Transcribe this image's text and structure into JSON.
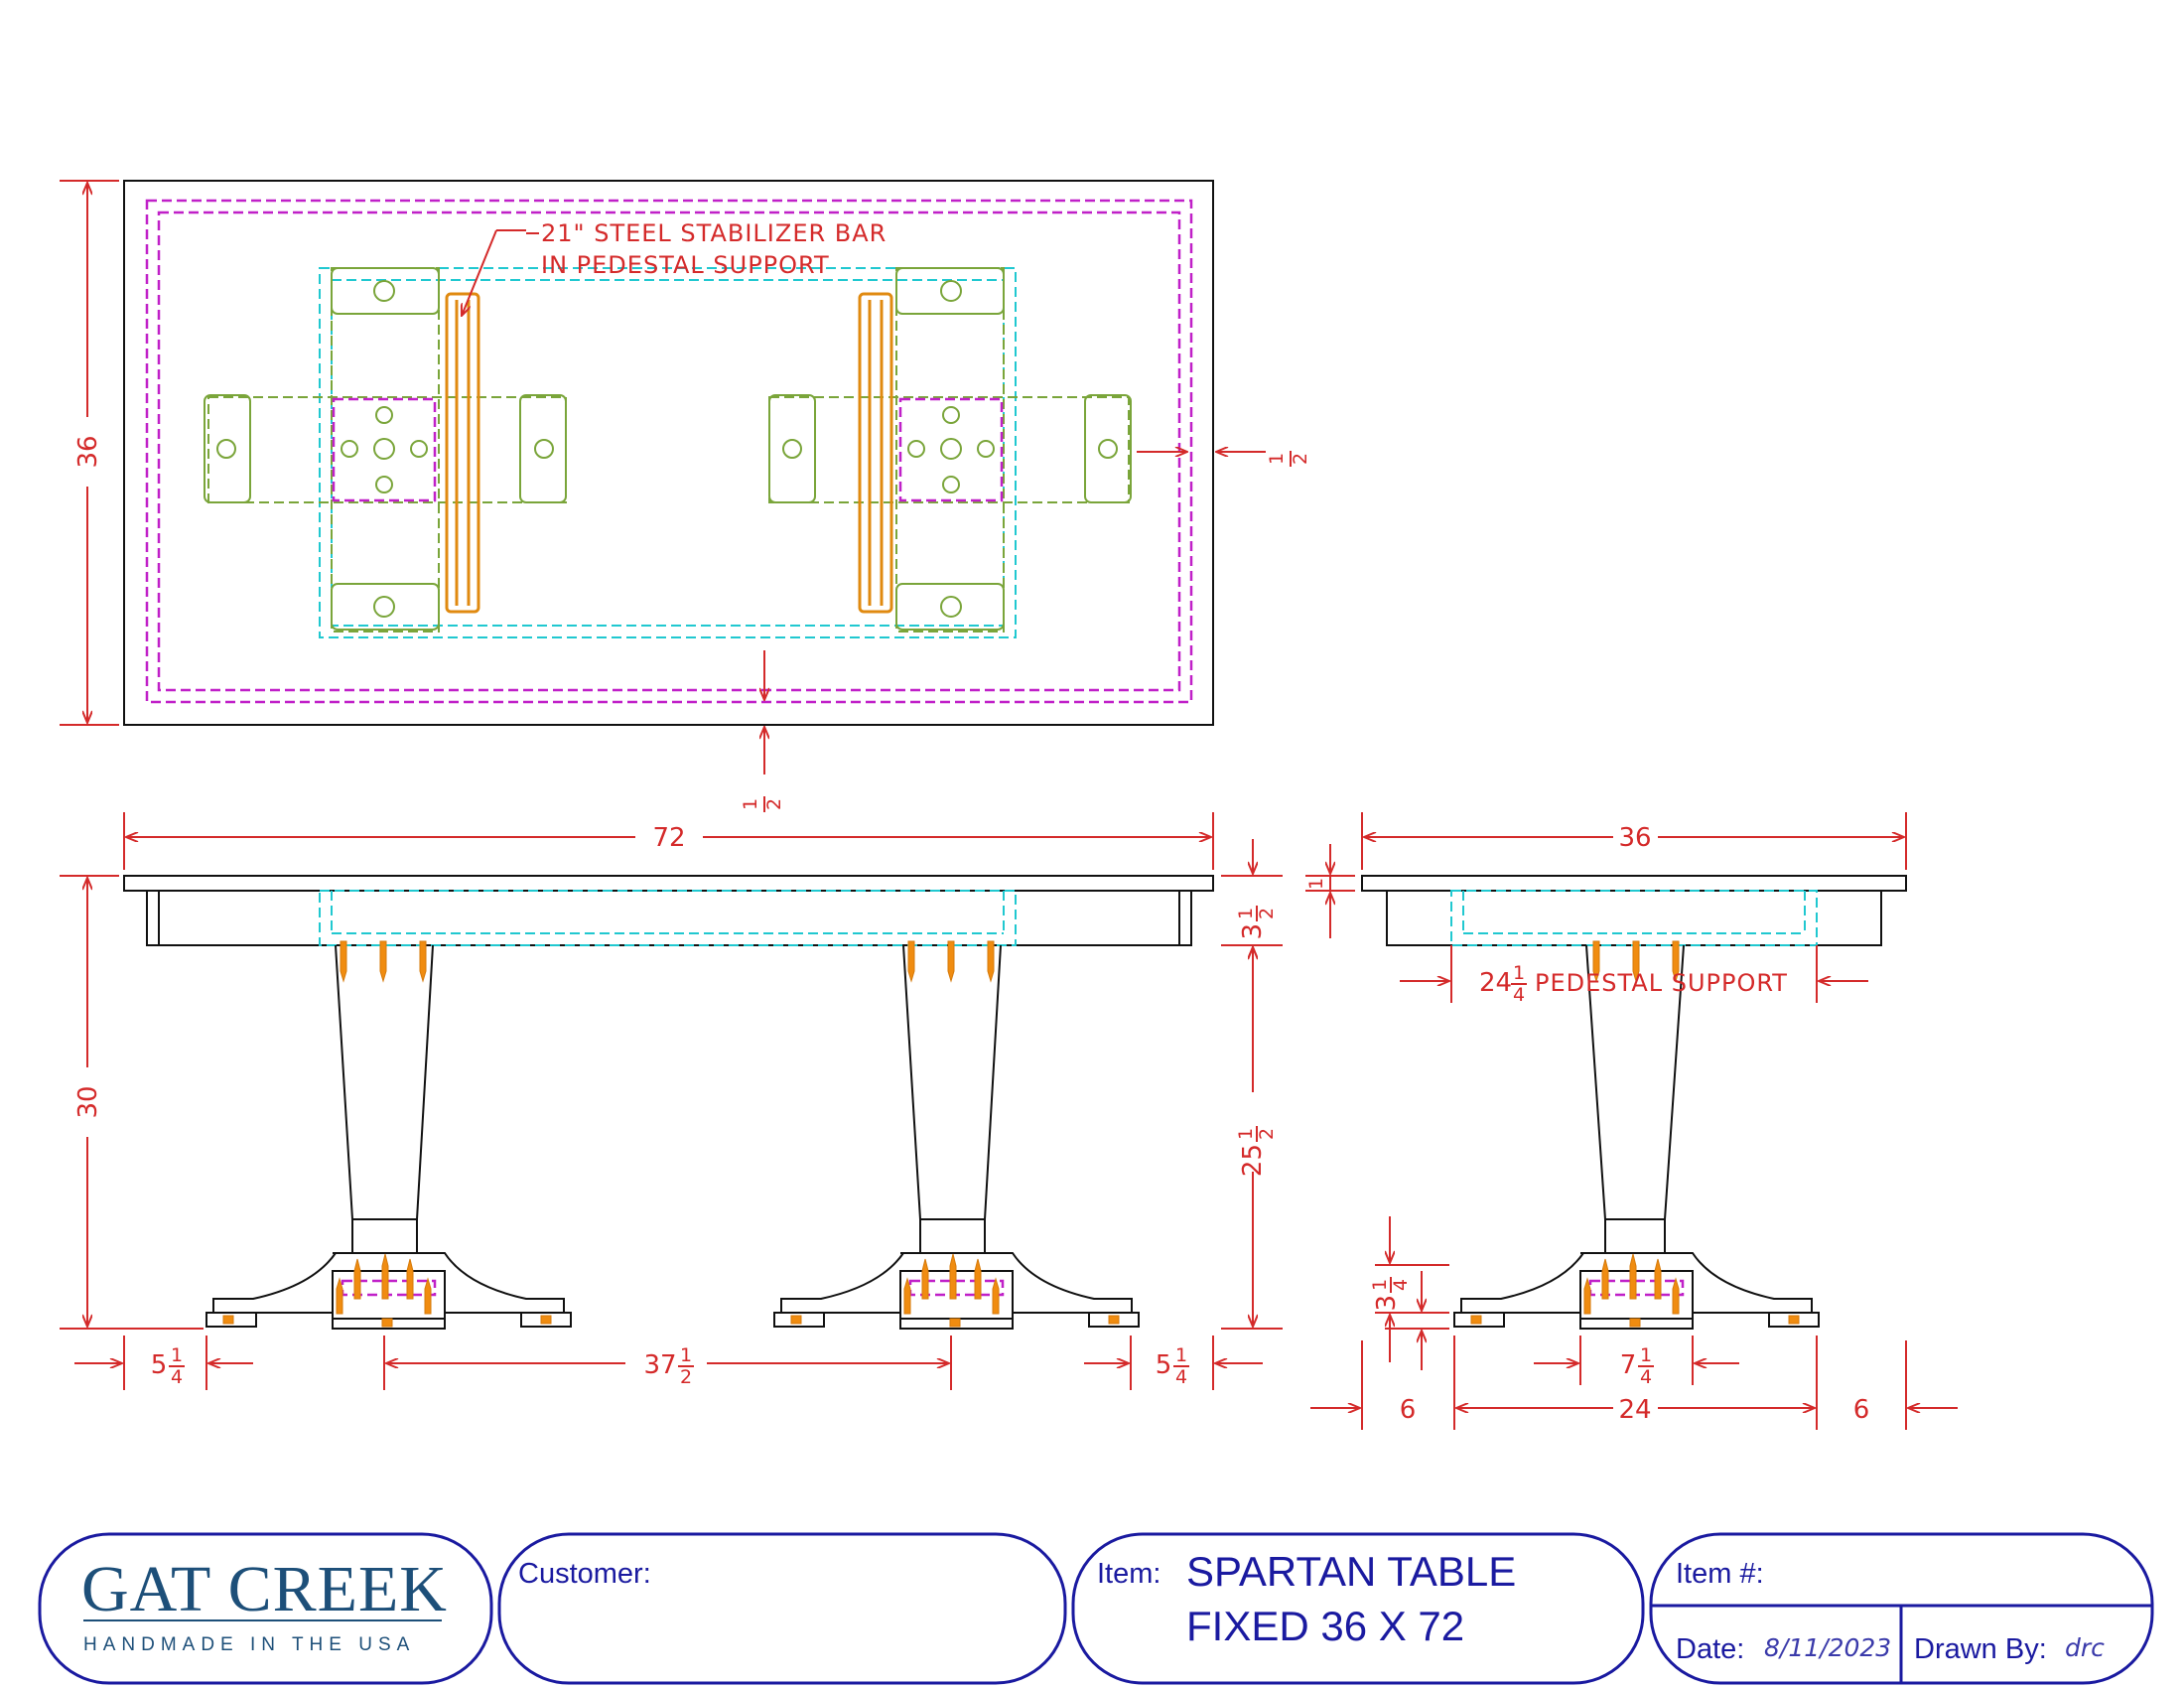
{
  "drawing": {
    "annotations": {
      "bar_note_line1": "21\" STEEL STABILIZER BAR",
      "bar_note_line2": "IN PEDESTAL SUPPORT",
      "pedestal_support_whole": "24",
      "pedestal_support_text": "PEDESTAL SUPPORT"
    },
    "dimensions": {
      "top_depth": "36",
      "overhang_frac_top": "1",
      "overhang_frac_bottom": "2",
      "front_length": "72",
      "front_height": "30",
      "apron_whole": "3",
      "leg_whole": "25",
      "foot_offset_whole": "5",
      "foot_offset_den": "4",
      "pedestal_spacing_whole": "37",
      "side_width": "36",
      "side_edge": "6",
      "side_base_span": "24",
      "base_plate_whole": "7",
      "base_height_whole": "3",
      "frac_num": "1",
      "den_2": "2",
      "den_4": "4"
    },
    "colors": {
      "dimension": "#d42a2a",
      "outline": "#111111",
      "apron_hidden": "#c020c8",
      "pedestal_support": "#20c8d0",
      "mounting_plates": "#7aa53a",
      "hardware": "#f08c10",
      "title_block": "#1a1aa0"
    }
  },
  "title_block": {
    "logo_main": "GAT CREEK",
    "logo_sub": "HANDMADE IN THE USA",
    "customer_label": "Customer:",
    "customer_value": "",
    "item_label": "Item:",
    "item_line1": "SPARTAN TABLE",
    "item_line2": "FIXED 36 X 72",
    "item_number_label": "Item #:",
    "item_number_value": "",
    "date_label": "Date:",
    "date_value": "8/11/2023",
    "drawn_by_label": "Drawn By:",
    "drawn_by_value": "drc"
  }
}
